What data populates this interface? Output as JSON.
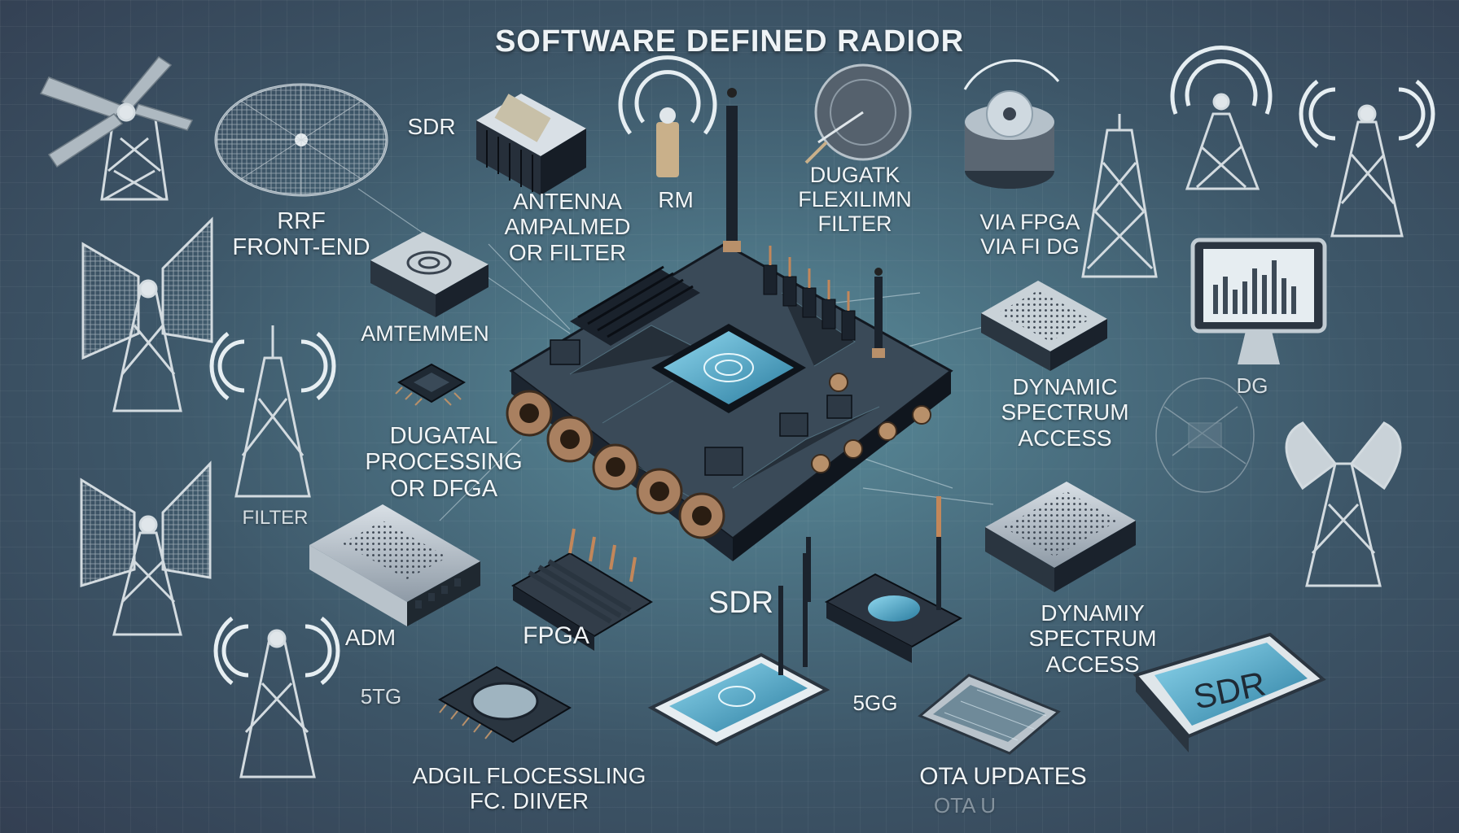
{
  "title": "SOFTWARE DEFINED RADIOR",
  "labels": {
    "sdr_top": "SDR",
    "rrf": [
      "RRF",
      "FRONT-END"
    ],
    "antenna_amp": [
      "ANTENNA",
      "AMPALMED",
      "OR FILTER"
    ],
    "rm": "RM",
    "dugatk": [
      "DUGATK",
      "FLEXILIMN",
      "FILTER"
    ],
    "via_fpga": [
      "VIA FPGA",
      "VIA FI DG"
    ],
    "amtemmen": "AMTEMMEN",
    "dugatal": [
      "DUGATAL",
      "PROCESSING",
      "OR DFGA"
    ],
    "filter": "FILTER",
    "dg": "DG",
    "dynamic1": [
      "DYNAMIC",
      "SPECTRUM",
      "ACCESS"
    ],
    "adm": "ADM",
    "fpga": "FPGA",
    "sdr_center": "SDR",
    "dynamic2": [
      "DYNAMIY",
      "SPECTRUM",
      "ACCESS"
    ],
    "g5_left": "5TG",
    "g5_mid": "5GG",
    "sdr_box": "SDR",
    "adgil": [
      "ADGIL FLOCESSLING",
      "FC. DIIVER"
    ],
    "ota": "OTA UPDATES",
    "ota_faint": "OTA U"
  },
  "colors": {
    "bg_dark": "#333f52",
    "bg_light": "#5b8e9c",
    "board": "#1c2530",
    "chip_screen": "#3aa0c4",
    "connector": "#b8906a",
    "text": "#f1f5f7"
  }
}
